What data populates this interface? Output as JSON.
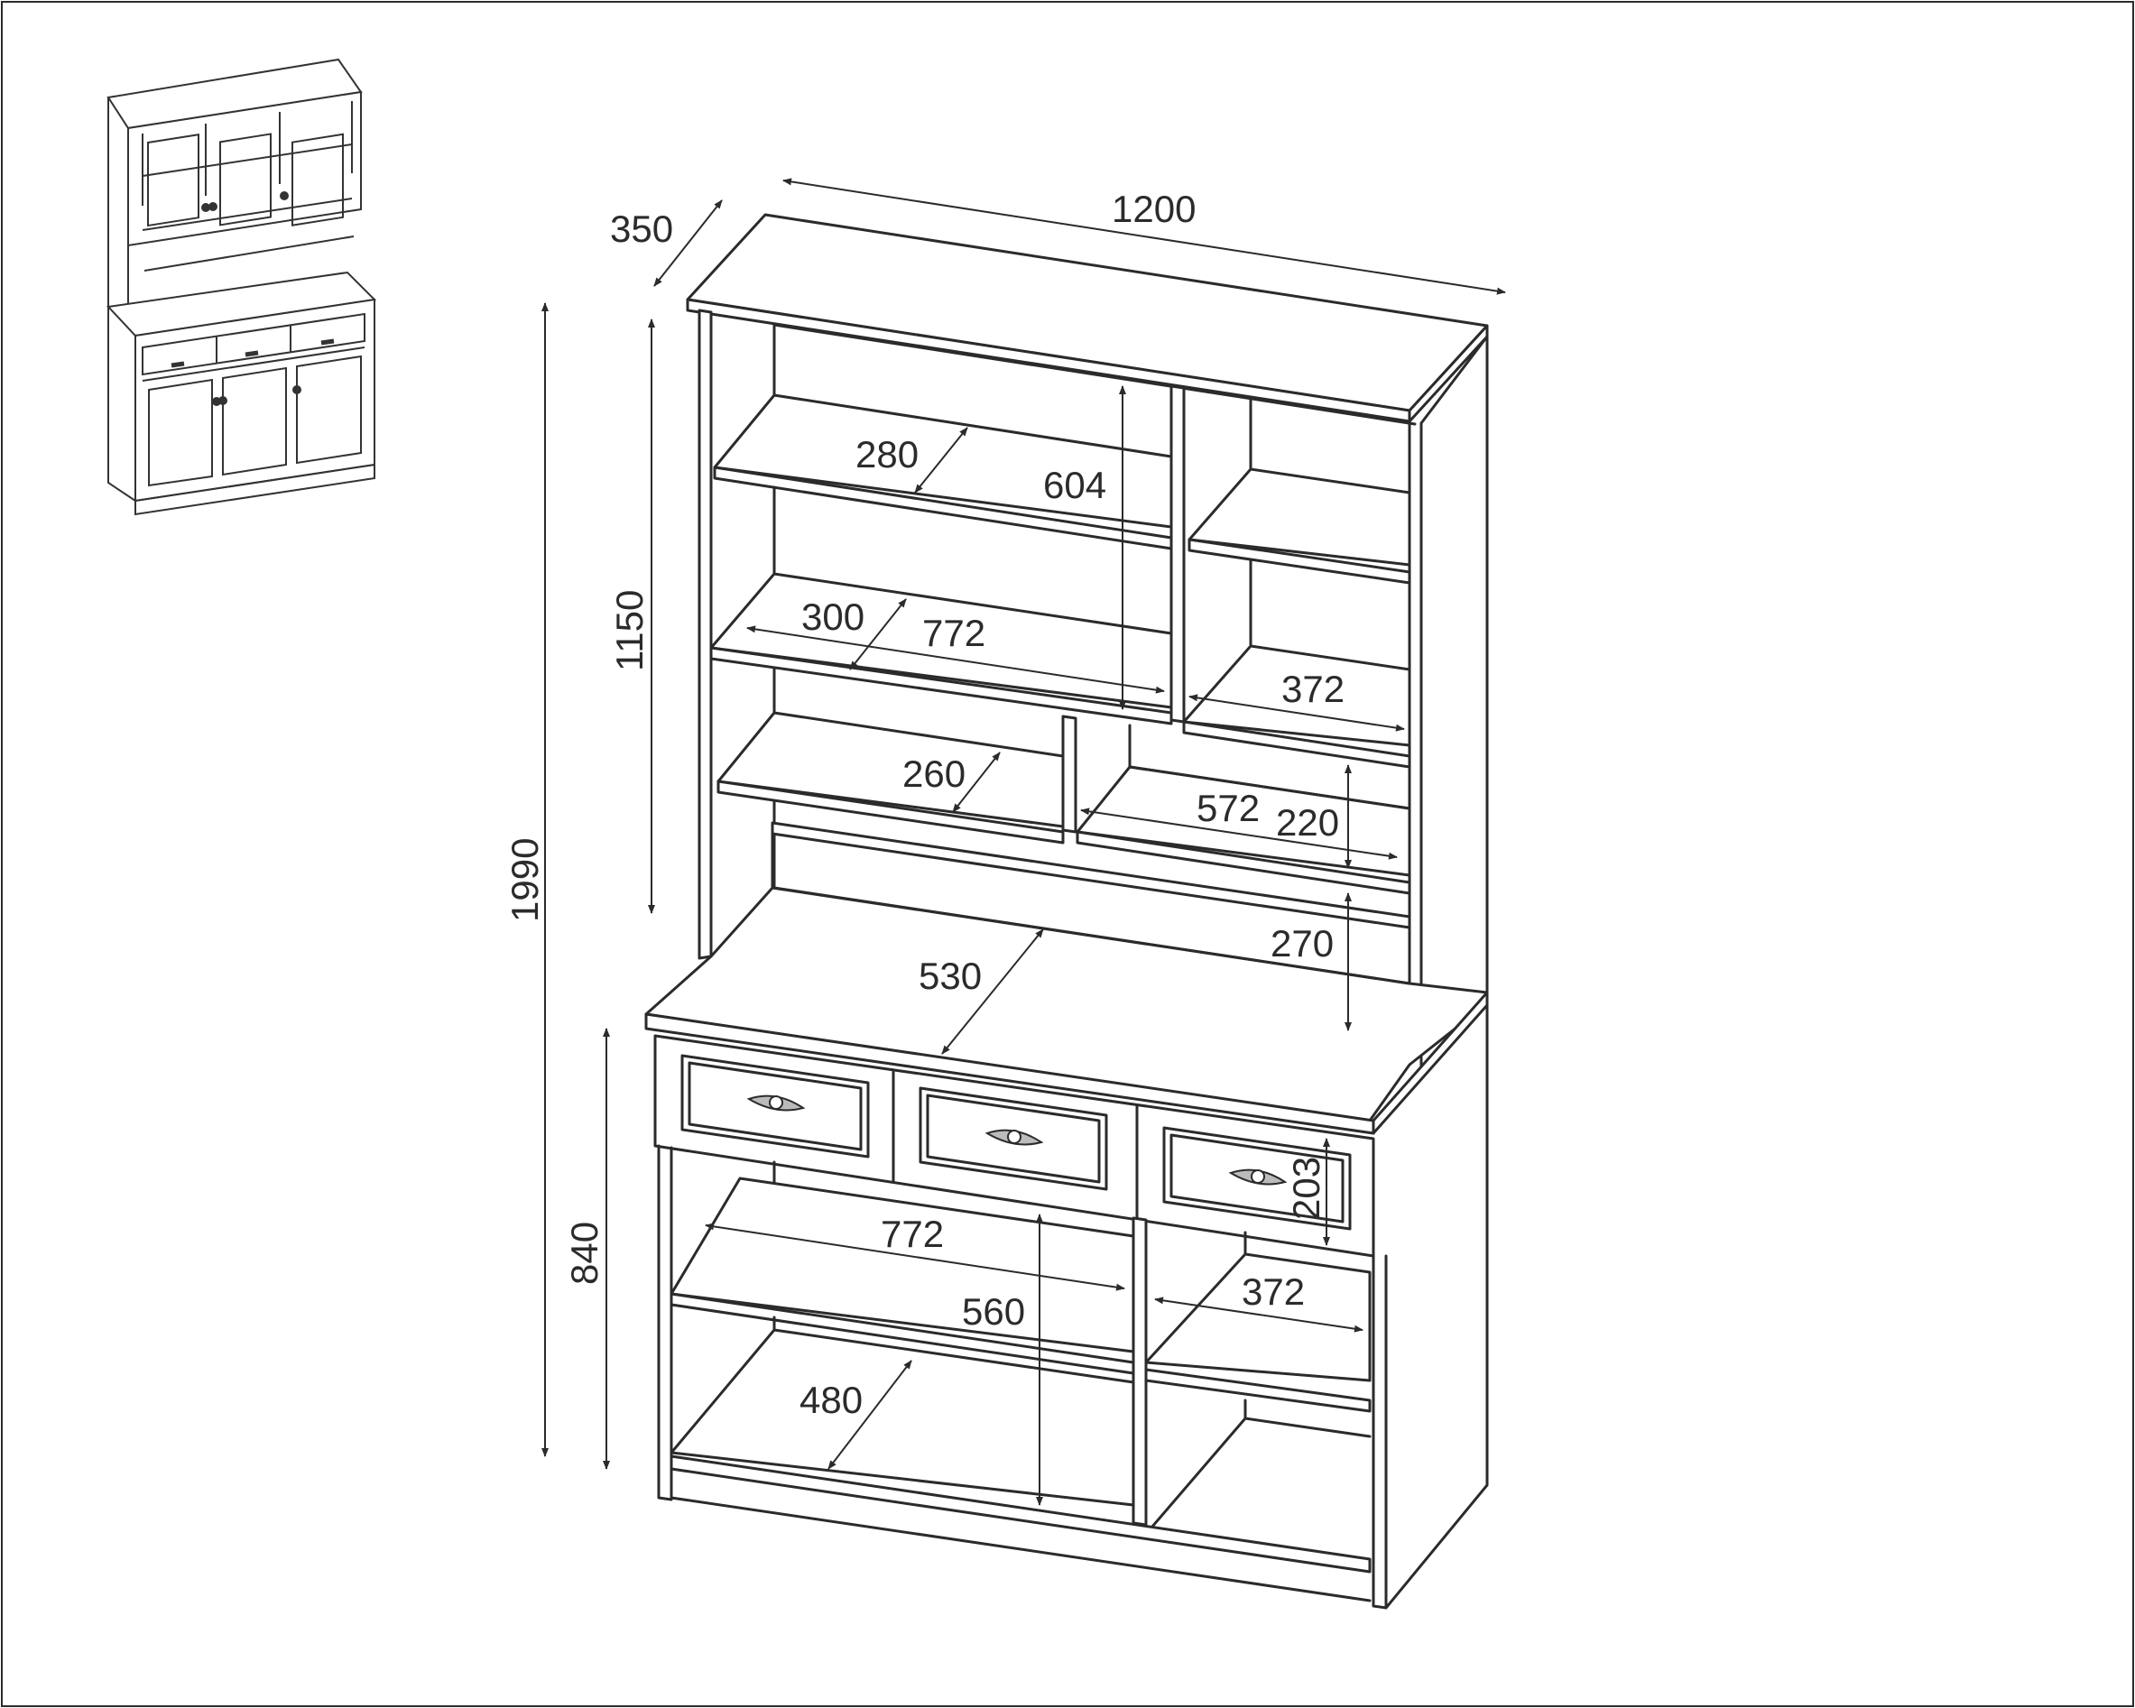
{
  "dimensions": {
    "depth_top": "350",
    "width_total": "1200",
    "height_total": "1990",
    "height_upper": "1150",
    "height_lower": "840",
    "shelf_depth_1": "280",
    "shelf_height_1": "604",
    "shelf_depth_2": "300",
    "shelf_width_upper": "772",
    "niche_width_right": "372",
    "shelf_depth_3": "260",
    "niche_width_mid": "572",
    "niche_height_mid": "220",
    "gap_height": "270",
    "counter_depth": "530",
    "drawer_height": "203",
    "shelf_width_lower": "772",
    "cabinet_height": "560",
    "lower_width_right": "372",
    "lower_depth": "480"
  },
  "colors": {
    "line": "#2b2b2b",
    "background": "#ffffff"
  }
}
